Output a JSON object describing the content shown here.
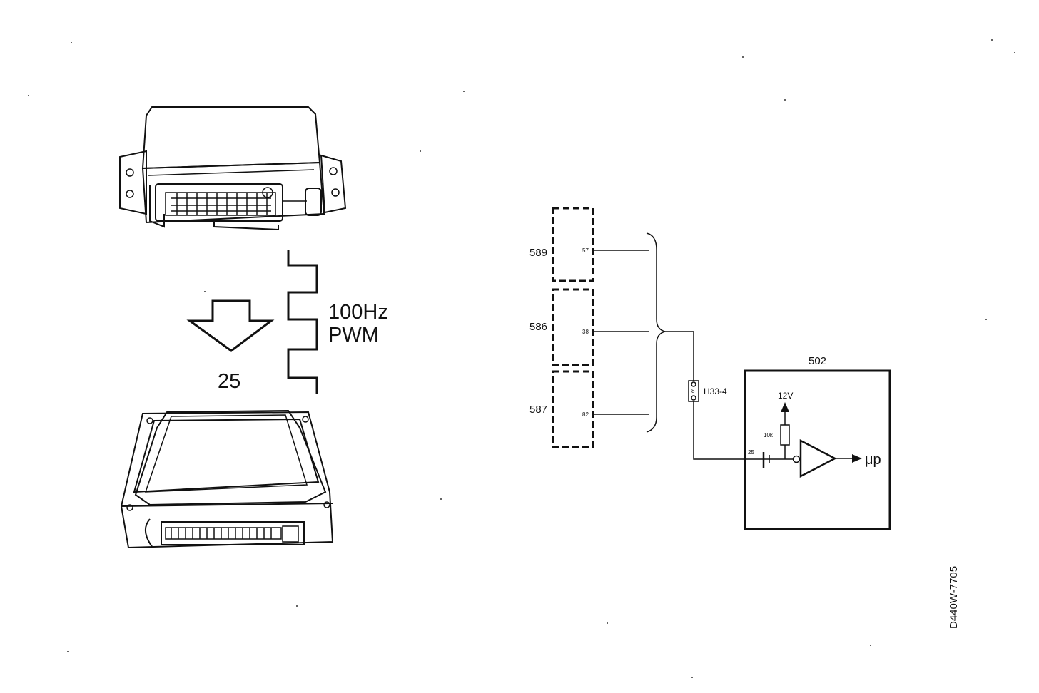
{
  "left": {
    "signal_label_1": "100Hz",
    "signal_label_2": "PWM",
    "pin_number": "25"
  },
  "schematic": {
    "modules": [
      {
        "id": "589",
        "pin": "57"
      },
      {
        "id": "586",
        "pin": "38"
      },
      {
        "id": "587",
        "pin": "82"
      }
    ],
    "connector": {
      "label": "H33-4",
      "pin": "8"
    },
    "ecu": {
      "id": "502",
      "input_pin": "25",
      "supply": "12V",
      "resistor": "10k",
      "output": "μp"
    }
  },
  "figure_code": "D440W-7705"
}
